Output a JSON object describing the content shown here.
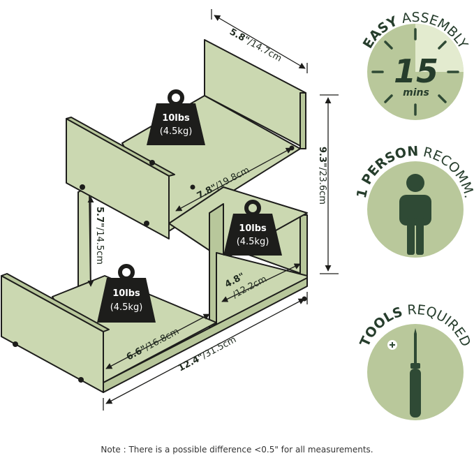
{
  "colors": {
    "wood": "#cbd8b1",
    "wood_dark": "#b8c79b",
    "outline": "#1d1d1b",
    "badge_fill": "#b9c89b",
    "badge_dark": "#2f4a35",
    "pale": "#e3ebcf"
  },
  "dimensions": {
    "top_depth": {
      "in": "5.8\"",
      "cm": "/14.7cm"
    },
    "top_width": {
      "in": "7.8\"",
      "cm": "/19.8cm"
    },
    "height": {
      "in": "9.3\"",
      "cm": "/23.6cm"
    },
    "cube_height": {
      "in": "5.7\"",
      "cm": "/14.5cm"
    },
    "cube_width": {
      "in": "4.8\"",
      "cm": "/12.2cm"
    },
    "bottom_inner": {
      "in": "6.6\"",
      "cm": "/16.8cm"
    },
    "total_width": {
      "in": "12.4\"",
      "cm": "/31.5cm"
    }
  },
  "weights": [
    {
      "lbs": "10lbs",
      "kg": "(4.5kg)",
      "icon": "weight-icon"
    },
    {
      "lbs": "10lbs",
      "kg": "(4.5kg)",
      "icon": "weight-icon"
    },
    {
      "lbs": "10lbs",
      "kg": "(4.5kg)",
      "icon": "weight-icon"
    }
  ],
  "badges": {
    "assembly": {
      "bold": "EASY",
      "rest": "ASSEMBLY",
      "number": "15",
      "unit": "mins",
      "icon": "clock-icon"
    },
    "person": {
      "bold": "1 PERSON",
      "rest": "RECOMM.",
      "icon": "person-icon"
    },
    "tools": {
      "bold": "TOOLS",
      "rest": "REQUIRED",
      "icon": "screwdriver-icon"
    }
  },
  "note": "Note : There is a possible difference <0.5\" for all measurements."
}
